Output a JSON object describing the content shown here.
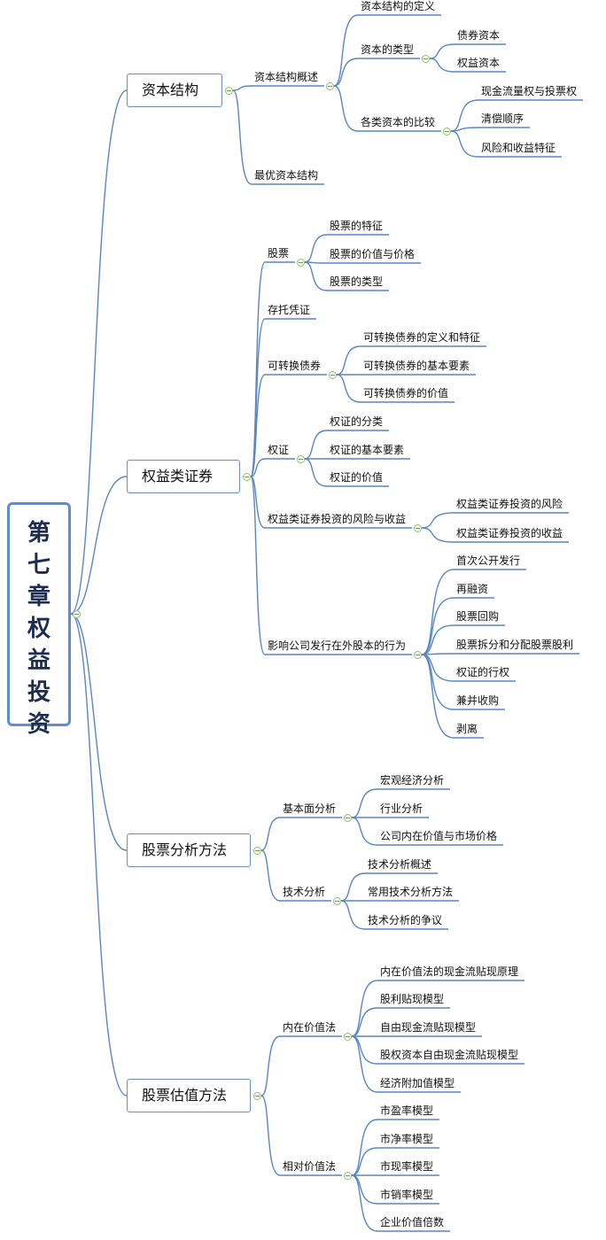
{
  "root": {
    "title": "第\n七\n章\n权\n益\n投\n资"
  },
  "colors": {
    "line": "#5a86c4",
    "root_border": "#5b8fd1",
    "toggle": "#8dc06a"
  },
  "branches": [
    {
      "label": "资本结构",
      "children": [
        {
          "label": "资本结构概述",
          "children": [
            {
              "label": "资本结构的定义"
            },
            {
              "label": "资本的类型",
              "children": [
                {
                  "label": "债券资本"
                },
                {
                  "label": "权益资本"
                }
              ]
            },
            {
              "label": "各类资本的比较",
              "children": [
                {
                  "label": "现金流量权与投票权"
                },
                {
                  "label": "清偿顺序"
                },
                {
                  "label": "风险和收益特征"
                }
              ]
            }
          ]
        },
        {
          "label": "最优资本结构"
        }
      ]
    },
    {
      "label": "权益类证券",
      "children": [
        {
          "label": "股票",
          "children": [
            {
              "label": "股票的特征"
            },
            {
              "label": "股票的价值与价格"
            },
            {
              "label": "股票的类型"
            }
          ]
        },
        {
          "label": "存托凭证"
        },
        {
          "label": "可转换债券",
          "children": [
            {
              "label": "可转换债券的定义和特征"
            },
            {
              "label": "可转换债券的基本要素"
            },
            {
              "label": "可转换债券的价值"
            }
          ]
        },
        {
          "label": "权证",
          "children": [
            {
              "label": "权证的分类"
            },
            {
              "label": "权证的基本要素"
            },
            {
              "label": "权证的价值"
            }
          ]
        },
        {
          "label": "权益类证券投资的风险与收益",
          "children": [
            {
              "label": "权益类证券投资的风险"
            },
            {
              "label": "权益类证券投资的收益"
            }
          ]
        },
        {
          "label": "影响公司发行在外股本的行为",
          "children": [
            {
              "label": "首次公开发行"
            },
            {
              "label": "再融资"
            },
            {
              "label": "股票回购"
            },
            {
              "label": "股票拆分和分配股票股利"
            },
            {
              "label": "权证的行权"
            },
            {
              "label": "兼并收购"
            },
            {
              "label": "剥离"
            }
          ]
        }
      ]
    },
    {
      "label": "股票分析方法",
      "children": [
        {
          "label": "基本面分析",
          "children": [
            {
              "label": "宏观经济分析"
            },
            {
              "label": "行业分析"
            },
            {
              "label": "公司内在价值与市场价格"
            }
          ]
        },
        {
          "label": "技术分析",
          "children": [
            {
              "label": "技术分析概述"
            },
            {
              "label": "常用技术分析方法"
            },
            {
              "label": "技术分析的争议"
            }
          ]
        }
      ]
    },
    {
      "label": "股票估值方法",
      "children": [
        {
          "label": "内在价值法",
          "children": [
            {
              "label": "内在价值法的现金流贴现原理"
            },
            {
              "label": "股利贴现模型"
            },
            {
              "label": "自由现金流贴现模型"
            },
            {
              "label": "股权资本自由现金流贴现模型"
            },
            {
              "label": "经济附加值模型"
            }
          ]
        },
        {
          "label": "相对价值法",
          "children": [
            {
              "label": "市盈率模型"
            },
            {
              "label": "市净率模型"
            },
            {
              "label": "市现率模型"
            },
            {
              "label": "市销率模型"
            },
            {
              "label": "企业价值倍数"
            }
          ]
        }
      ]
    }
  ]
}
